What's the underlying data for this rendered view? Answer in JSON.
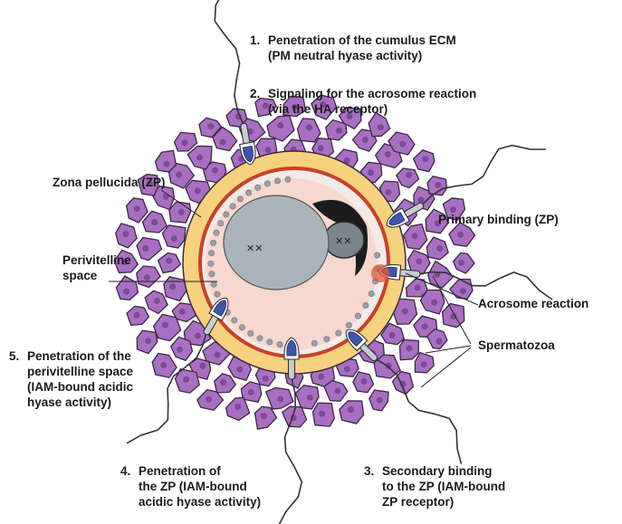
{
  "colors": {
    "cumulus_fill": "#a86fc3",
    "cumulus_stroke": "#3a2a40",
    "zona": "#f7d27e",
    "membrane": "#c8412b",
    "ooplasm": "#f7d8cf",
    "nucleus": "#aab4bb",
    "granule": "#9aa0a6",
    "sperm_body": "#c9cdd0",
    "acrosome": "#3f57a8"
  },
  "labels": {
    "step1": {
      "number": "1.",
      "line1": "Penetration of the cumulus ECM",
      "line2": "(PM neutral hyase activity)"
    },
    "step2": {
      "number": "2.",
      "line1": "Signaling for the  acrosome reaction",
      "line2": "(via the HA receptor)"
    },
    "zona": "Zona pellucida (ZP)",
    "perivitelline": {
      "line1": "Perivitelline",
      "line2": "space"
    },
    "primary": "Primary binding (ZP)",
    "acrosome_reaction": "Acrosome  reaction",
    "spermatozoa": "Spermatozoa",
    "step5": {
      "number": "5.",
      "line1": "Penetration of the",
      "line2": "perivitelline space",
      "line3": "(IAM-bound acidic",
      "line4": "hyase activity)"
    },
    "step4": {
      "number": "4.",
      "line1": "Penetration of",
      "line2": "the ZP (IAM-bound",
      "line3": "acidic hyase activity)"
    },
    "step3": {
      "number": "3.",
      "line1": "Secondary binding",
      "line2": "to the ZP (IAM-bound",
      "line3": "ZP receptor)"
    }
  }
}
